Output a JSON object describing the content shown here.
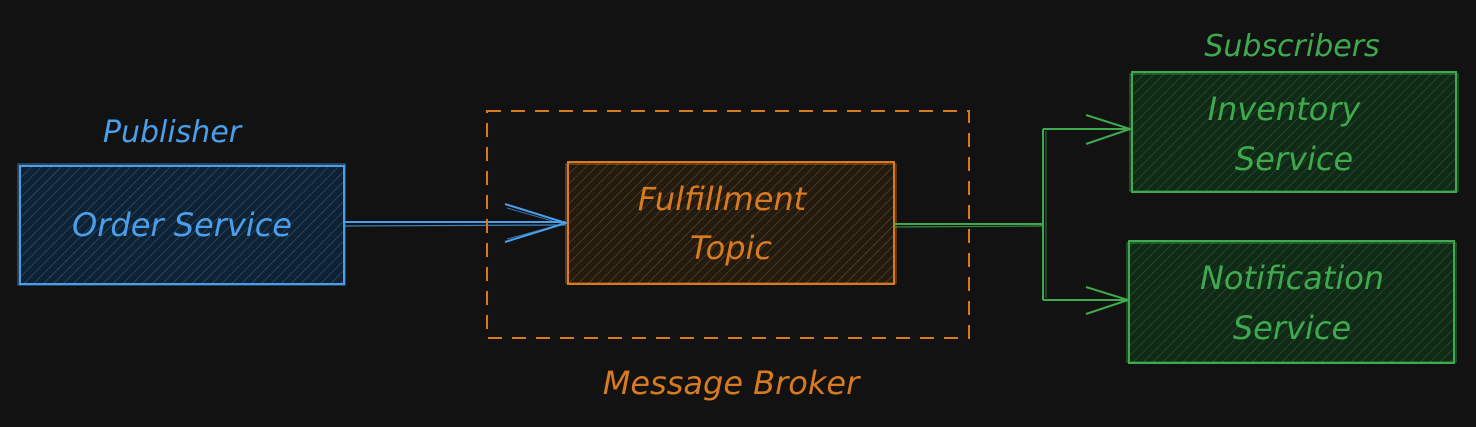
{
  "diagram": {
    "publisher": {
      "label": "Publisher",
      "box_label": "Order Service",
      "color": "#4a9eea"
    },
    "broker": {
      "label": "Message Broker",
      "topic_line1": "Fulfillment",
      "topic_line2": "Topic",
      "color": "#d97a1e"
    },
    "subscribers": {
      "label": "Subscribers",
      "color": "#3faa4d",
      "items": [
        {
          "line1": "Inventory",
          "line2": "Service"
        },
        {
          "line1": "Notification",
          "line2": "Service"
        }
      ]
    }
  }
}
